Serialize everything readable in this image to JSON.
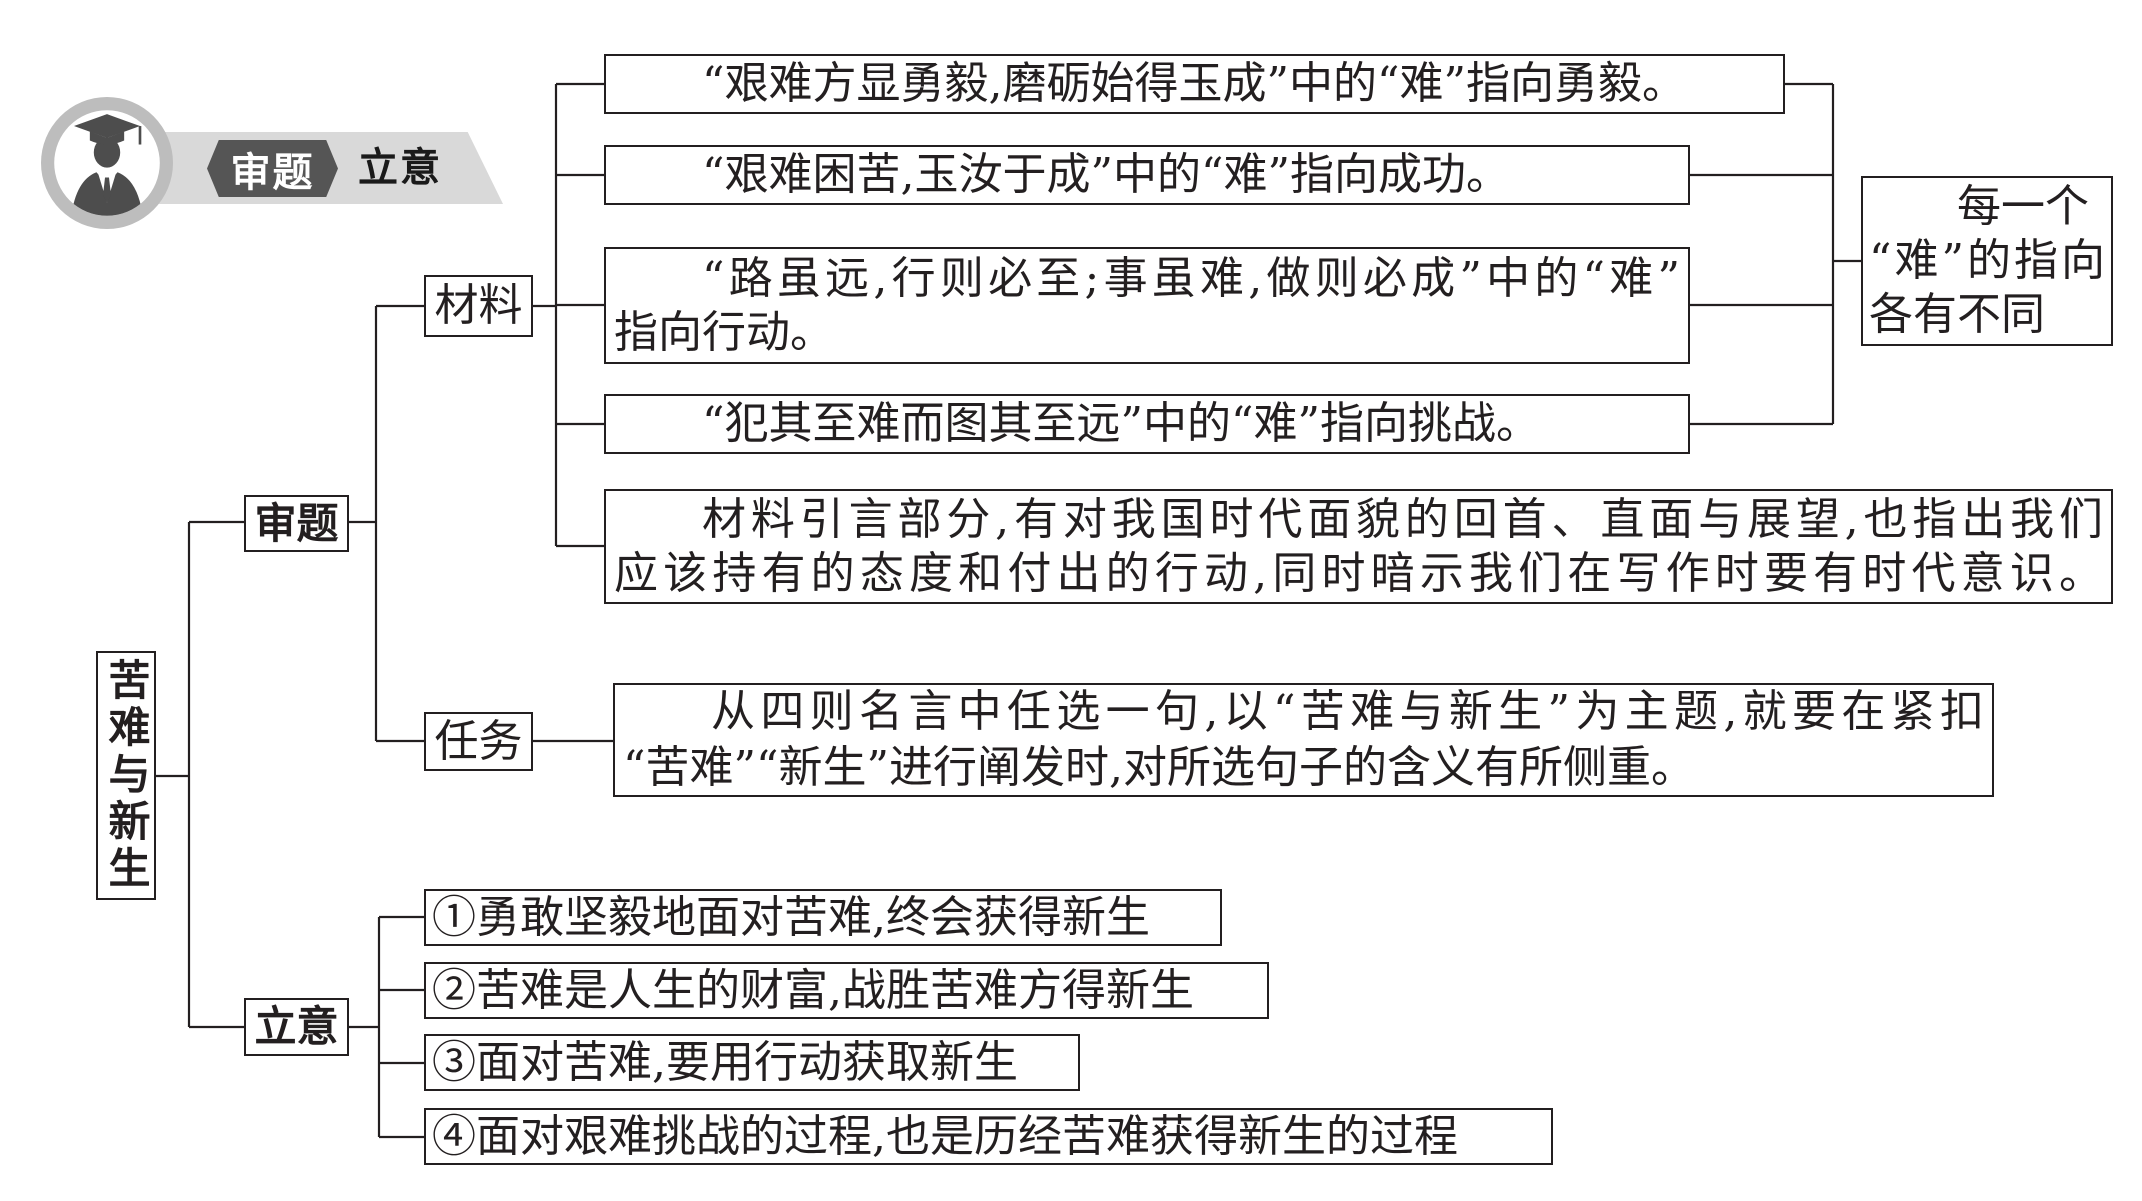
{
  "header": {
    "icon": "graduate-student-icon",
    "badge": "审题",
    "title": "立意"
  },
  "colors": {
    "ink": "#231f20",
    "banner": "#d9d9d9",
    "badge": "#555555",
    "ring": "#bdbdbd",
    "icon": "#4d4d4d"
  },
  "root": {
    "label": "苦难与新生"
  },
  "review": {
    "label": "审题",
    "material": {
      "label": "材料",
      "items": [
        {
          "lines": [
            "“艰难方显勇毅,磨砺始得玉成”中的“难”指向勇毅。"
          ]
        },
        {
          "lines": [
            "“艰难困苦,玉汝于成”中的“难”指向成功。"
          ]
        },
        {
          "lines": [
            "“路虽远,行则必至;事虽难,做则必成”中的“难”",
            "指向行动。"
          ]
        },
        {
          "lines": [
            "“犯其至难而图其至远”中的“难”指向挑战。"
          ]
        },
        {
          "lines": [
            "材料引言部分,有对我国时代面貌的回首、直面与展望,也指出我们",
            "应该持有的态度和付出的行动,同时暗示我们在写作时要有时代意识。"
          ]
        }
      ],
      "summary": {
        "lines": [
          "每一个",
          "“难”的指向",
          "各有不同"
        ]
      }
    },
    "task": {
      "label": "任务",
      "lines": [
        "从四则名言中任选一句,以“苦难与新生”为主题,就要在紧扣",
        "“苦难”“新生”进行阐发时,对所选句子的含义有所侧重。"
      ]
    }
  },
  "theme": {
    "label": "立意",
    "items": [
      "①勇敢坚毅地面对苦难,终会获得新生",
      "②苦难是人生的财富,战胜苦难方得新生",
      "③面对苦难,要用行动获取新生",
      "④面对艰难挑战的过程,也是历经苦难获得新生的过程"
    ]
  }
}
